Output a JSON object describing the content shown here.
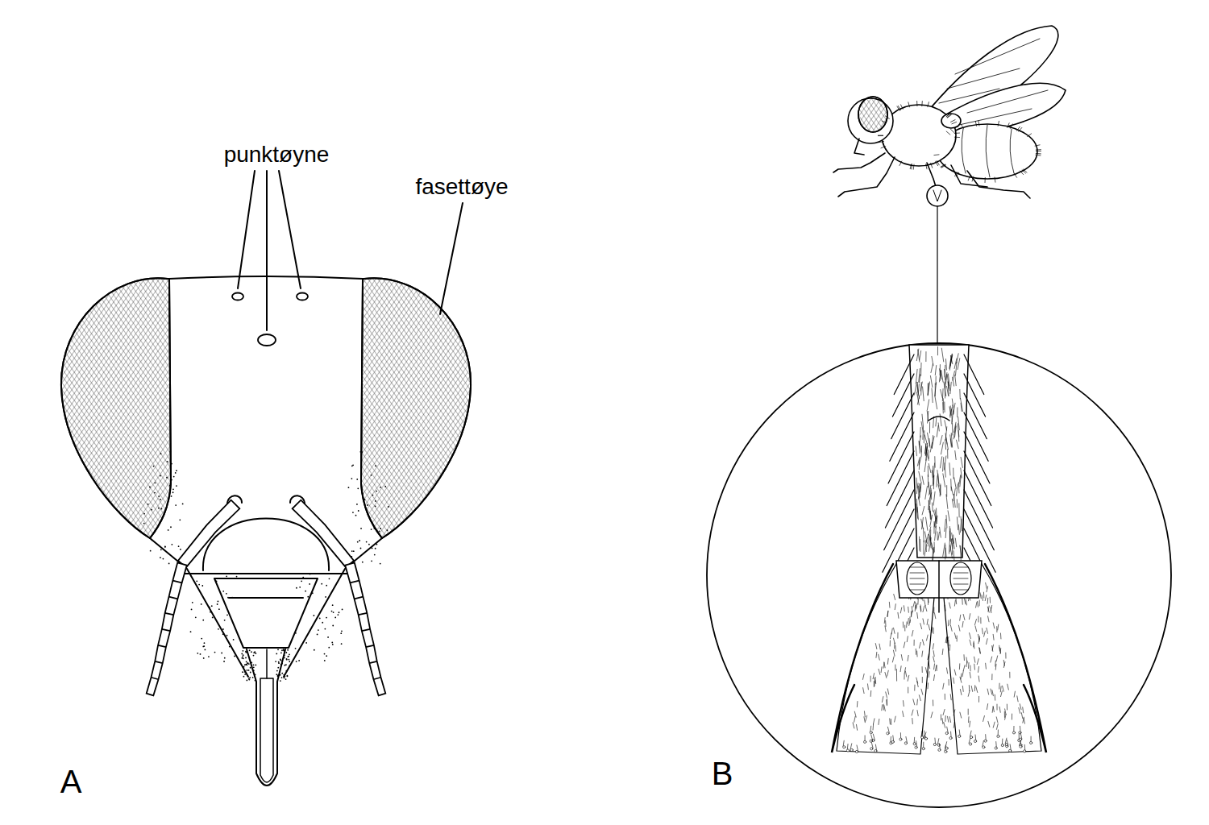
{
  "diagram": {
    "labels": [
      "punktøyne",
      "fasettøye",
      "A",
      "B"
    ]
  }
}
